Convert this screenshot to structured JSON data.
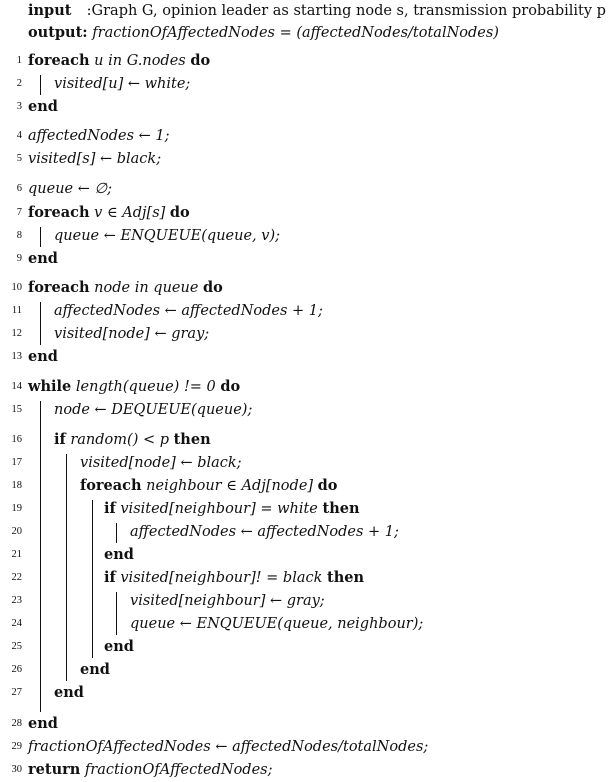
{
  "header": {
    "input_kw": "input",
    "input_text": ":Graph G, opinion leader as starting node s, transmission probability p",
    "output_kw": "output:",
    "output_text": "fractionOfAffectedNodes = (affectedNodes/totalNodes)"
  },
  "lines": [
    {
      "num": "1",
      "kw": "foreach",
      "text": " u in G.nodes ",
      "kw2": "do"
    },
    {
      "num": "2",
      "text": "visited[u] ← white;"
    },
    {
      "num": "3",
      "kw": "end"
    },
    {
      "num": "4",
      "text": "affectedNodes ← 1;"
    },
    {
      "num": "5",
      "text": "visited[s] ← black;"
    },
    {
      "num": "6",
      "text": "queue ← ∅;"
    },
    {
      "num": "7",
      "kw": "foreach",
      "text": " v ∈ Adj[s] ",
      "kw2": "do"
    },
    {
      "num": "8",
      "text": "queue ← ENQUEUE(queue, v);"
    },
    {
      "num": "9",
      "kw": "end"
    },
    {
      "num": "10",
      "kw": "foreach",
      "text": " node in queue ",
      "kw2": "do"
    },
    {
      "num": "11",
      "text": "affectedNodes ← affectedNodes + 1;"
    },
    {
      "num": "12",
      "text": "visited[node] ← gray;"
    },
    {
      "num": "13",
      "kw": "end"
    },
    {
      "num": "14",
      "kw": "while",
      "text": " length(queue) != 0 ",
      "kw2": "do"
    },
    {
      "num": "15",
      "text": "node ← DEQUEUE(queue);"
    },
    {
      "num": "16",
      "kw": "if",
      "text": " random() < p ",
      "kw2": "then"
    },
    {
      "num": "17",
      "text": "visited[node] ← black;"
    },
    {
      "num": "18",
      "kw": "foreach",
      "text": " neighbour ∈ Adj[node] ",
      "kw2": "do"
    },
    {
      "num": "19",
      "kw": "if",
      "text": " visited[neighbour] = white ",
      "kw2": "then"
    },
    {
      "num": "20",
      "text": "affectedNodes ← affectedNodes + 1;"
    },
    {
      "num": "21",
      "kw": "end"
    },
    {
      "num": "22",
      "kw": "if",
      "text": " visited[neighbour]! = black ",
      "kw2": "then"
    },
    {
      "num": "23",
      "text": "visited[neighbour] ← gray;"
    },
    {
      "num": "24",
      "text": "queue ← ENQUEUE(queue, neighbour);"
    },
    {
      "num": "25",
      "kw": "end"
    },
    {
      "num": "26",
      "kw": "end"
    },
    {
      "num": "27",
      "kw": "end"
    },
    {
      "num": "28",
      "kw": "end"
    },
    {
      "num": "29",
      "text": "fractionOfAffectedNodes ← affectedNodes/totalNodes;"
    },
    {
      "num": "30",
      "kw": "return",
      "text": " fractionOfAffectedNodes;"
    }
  ]
}
